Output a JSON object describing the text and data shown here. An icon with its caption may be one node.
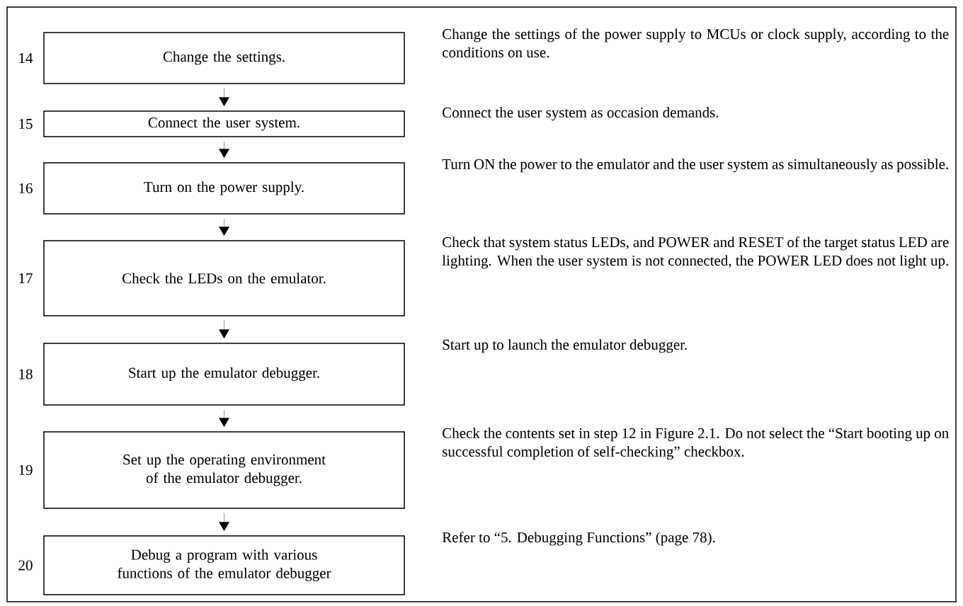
{
  "diagram": {
    "nodes": [
      {
        "text": [
          "Change the settings."
        ],
        "beside": [
          "14",
          "Change the settings of the power supply to MCUs or clock supply, according to the conditions on use."
        ]
      },
      {
        "text": [
          "Connect the user system."
        ],
        "beside": [
          "15",
          "Connect the user system as occasion demands."
        ]
      },
      {
        "text": [
          "Turn on the power supply."
        ],
        "beside": [
          "16",
          "Turn ON the power to the emulator and the user system as simultaneously as possible."
        ]
      },
      {
        "text": [
          "Check the LEDs on the emulator."
        ],
        "beside": [
          "17",
          "Check that system status LEDs, and POWER and RESET of the target status LED are lighting. When the user system is not connected, the POWER LED does not light up."
        ]
      },
      {
        "text": [
          "Start up the emulator debugger."
        ],
        "beside": [
          "18",
          "Start up to launch the emulator debugger."
        ]
      },
      {
        "text": [
          "Set up the operating environment of the emulator debugger."
        ],
        "beside": [
          "19",
          "Check the contents set in step 12 in Figure 2.1. Do not select the “Start booting up on successful completion of self-checking” checkbox."
        ]
      },
      {
        "text": [
          "Debug a program with various functions of the emulator debugger"
        ],
        "beside": [
          "20",
          "Refer to “5. Debugging Functions” (page 78)."
        ]
      }
    ],
    "edges": [
      {
        "from": 0,
        "to": 1,
        "arrow": "to"
      },
      {
        "from": 1,
        "to": 2,
        "arrow": "to"
      },
      {
        "from": 2,
        "to": 3,
        "arrow": "to"
      },
      {
        "from": 3,
        "to": 4,
        "arrow": "to"
      },
      {
        "from": 4,
        "to": 5,
        "arrow": "to"
      },
      {
        "from": 5,
        "to": 6,
        "arrow": "to"
      }
    ]
  }
}
